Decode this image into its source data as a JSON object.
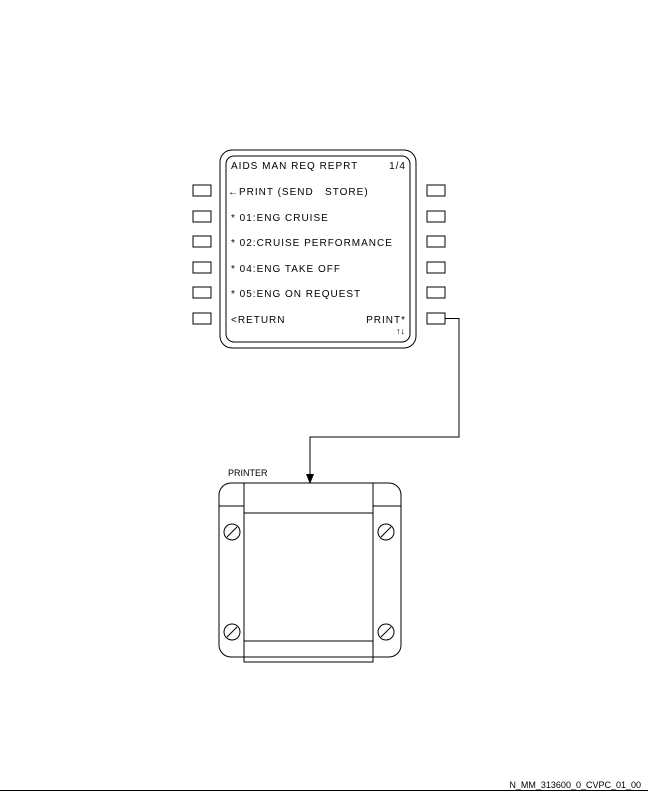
{
  "mcdu": {
    "title": "AIDS MAN REQ REPRT",
    "page": "1/4",
    "lines": [
      "←PRINT (SEND   STORE)",
      "* 01:ENG CRUISE",
      "* 02:CRUISE PERFORMANCE",
      "* 04:ENG TAKE OFF",
      "* 05:ENG ON REQUEST"
    ],
    "return_label": "<RETURN",
    "print_label": "PRINT*",
    "scroll_arrows": "↑↓"
  },
  "printer": {
    "label": "PRINTER"
  },
  "figure_ref": "N_MM_313600_0_CVPC_01_00"
}
